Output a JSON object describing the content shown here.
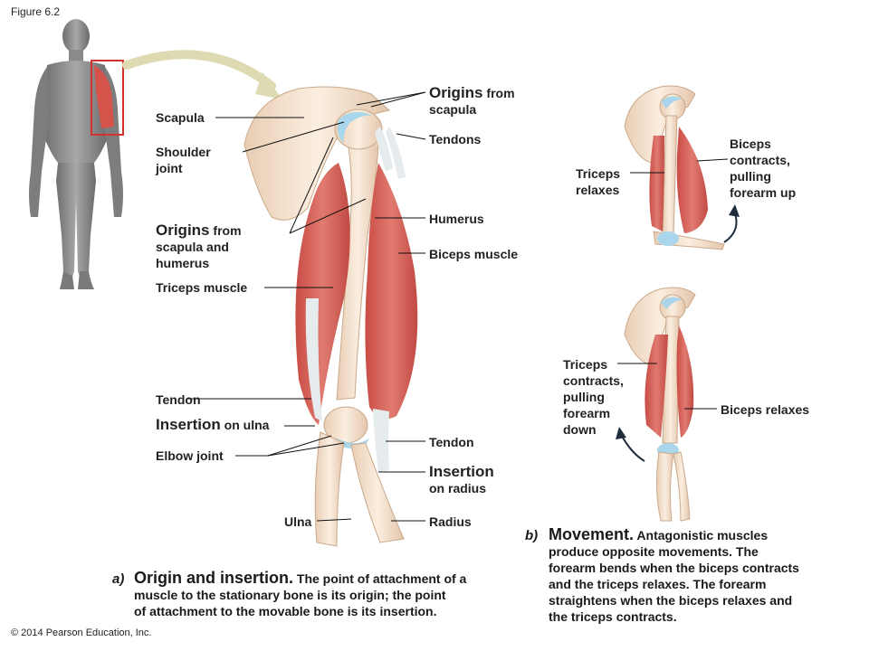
{
  "figure_label": "Figure 6.2",
  "copyright": "© 2014 Pearson Education, Inc.",
  "colors": {
    "muscle": "#d5635b",
    "muscle_dark": "#b8453f",
    "bone": "#f1dcc7",
    "cartilage": "#a9d6ea",
    "tendon": "#e6ebee",
    "arrow": "#1f2d3d"
  },
  "panel_a": {
    "labels": {
      "scapula": "Scapula",
      "shoulder_joint_1": "Shoulder",
      "shoulder_joint_2": "joint",
      "origins_big": "Origins",
      "origins_rest_1": " from",
      "origins_rest_2": "scapula and",
      "origins_rest_3": "humerus",
      "triceps_muscle": "Triceps muscle",
      "tendon_left": "Tendon",
      "insertion_big": "Insertion",
      "insertion_rest": " on ulna",
      "elbow_joint": "Elbow joint",
      "ulna": "Ulna",
      "origins_top_big": "Origins",
      "origins_top_rest_1": " from",
      "origins_top_rest_2": "scapula",
      "tendons": "Tendons",
      "humerus": "Humerus",
      "biceps_muscle": "Biceps muscle",
      "tendon_right": "Tendon",
      "insertion_radius_big": "Insertion",
      "insertion_radius_rest": "on radius",
      "radius": "Radius"
    },
    "caption_tag": "a)",
    "caption_title": "Origin and insertion.",
    "caption_lines": [
      " The point of attachment of a",
      "muscle to the stationary bone is its origin; the point",
      "of attachment to the movable bone is its insertion."
    ]
  },
  "panel_b": {
    "top_labels": {
      "triceps_1": "Triceps",
      "triceps_2": "relaxes",
      "biceps_1": "Biceps",
      "biceps_2": "contracts,",
      "biceps_3": "pulling",
      "biceps_4": "forearm up"
    },
    "bottom_labels": {
      "triceps_1": "Triceps",
      "triceps_2": "contracts,",
      "triceps_3": "pulling",
      "triceps_4": "forearm",
      "triceps_5": "down",
      "biceps": "Biceps relaxes"
    },
    "caption_tag": "b)",
    "caption_title": "Movement.",
    "caption_lines": [
      " Antagonistic muscles",
      "produce opposite movements. The",
      "forearm bends when the biceps contracts",
      "and the triceps relaxes. The forearm",
      "straightens when the biceps relaxes and",
      "the triceps contracts."
    ]
  }
}
